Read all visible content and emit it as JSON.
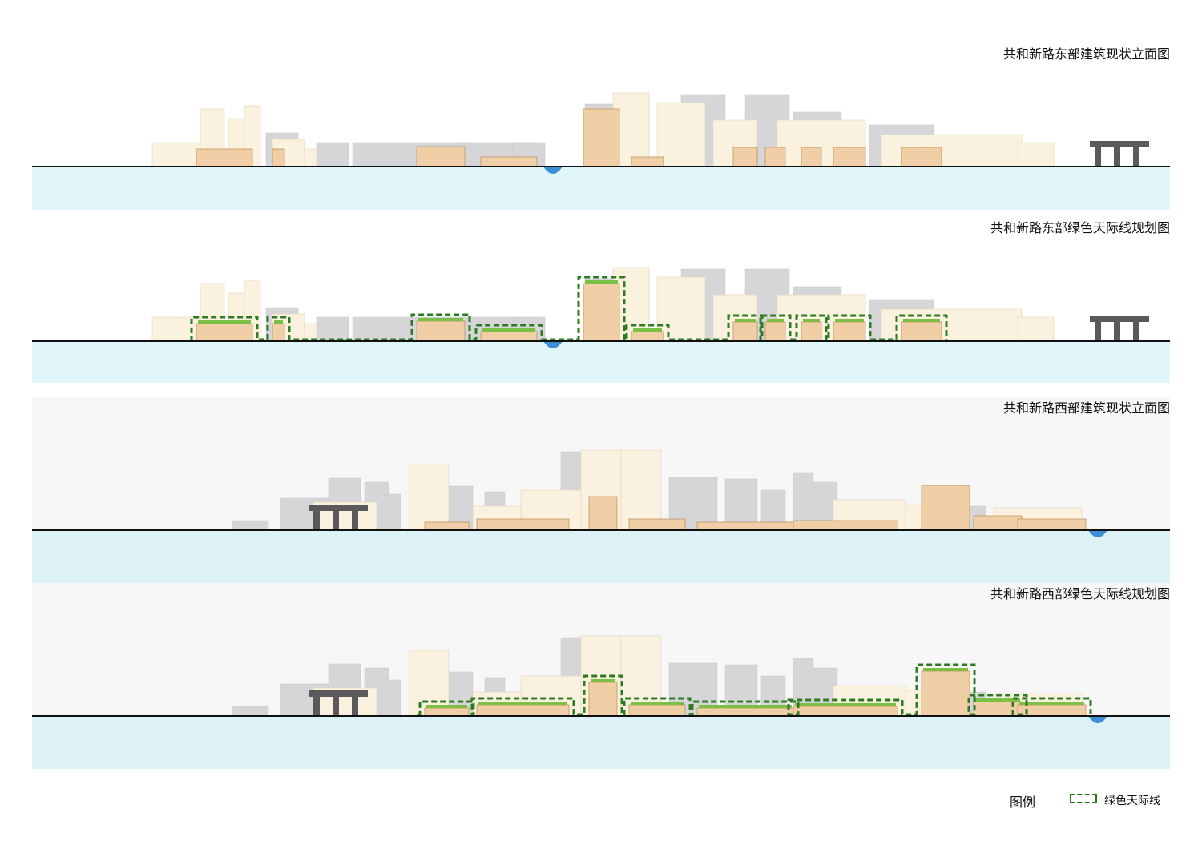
{
  "panels": [
    {
      "title": "共和新路东部建筑现状立面图",
      "variant": "east",
      "greenline": false
    },
    {
      "title": "共和新路东部绿色天际线规划图",
      "variant": "east",
      "greenline": true
    },
    {
      "title": "共和新路西部建筑现状立面图",
      "variant": "west",
      "greenline": false
    },
    {
      "title": "共和新路西部绿色天际线规划图",
      "variant": "west",
      "greenline": true
    }
  ],
  "legend": {
    "title": "图例",
    "items": [
      {
        "label": "绿色天际线",
        "style": "dashed",
        "color": "#2d7a23"
      }
    ]
  },
  "colors": {
    "building_gray": "#d6d6d8",
    "building_cream": "#fbf1df",
    "building_tan": "#f1cfa6",
    "roof_green": "#7cbf45",
    "greenline": "#2d7a23",
    "water": "#c8eef6",
    "river": "#3a8fd6",
    "structure": "#5a5a5a"
  }
}
